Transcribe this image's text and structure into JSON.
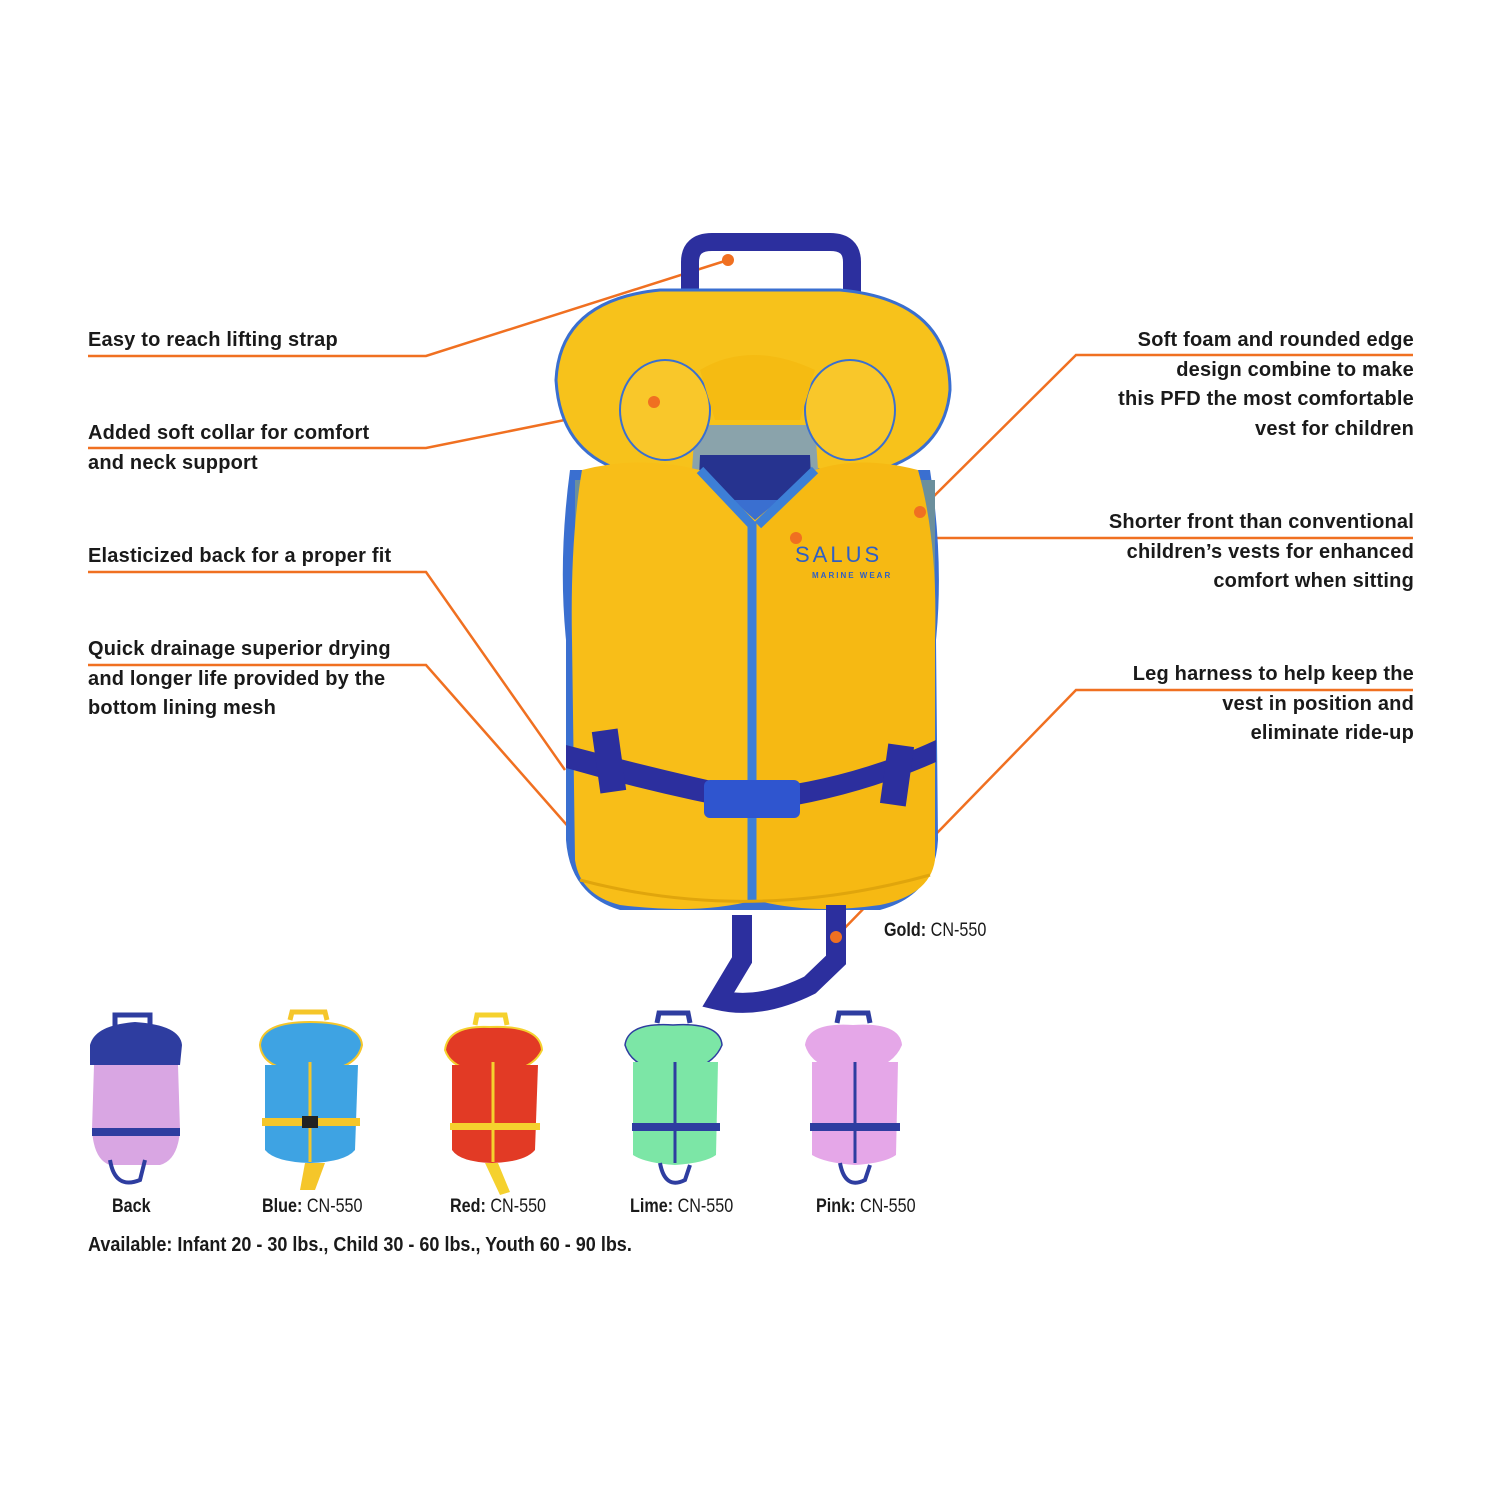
{
  "callouts_left": [
    {
      "id": "lifting-strap",
      "lines": [
        "Easy to reach lifting strap"
      ]
    },
    {
      "id": "soft-collar",
      "lines": [
        "Added soft collar for comfort",
        "and neck support"
      ]
    },
    {
      "id": "elasticized-back",
      "lines": [
        "Elasticized back for a proper fit"
      ]
    },
    {
      "id": "drainage-mesh",
      "lines": [
        "Quick drainage superior drying",
        "and longer life provided by the",
        "bottom lining mesh"
      ]
    }
  ],
  "callouts_right": [
    {
      "id": "soft-foam",
      "lines": [
        "Soft foam and rounded edge",
        "design combine to make",
        "this PFD the most comfortable",
        "vest for children"
      ]
    },
    {
      "id": "shorter-front",
      "lines": [
        "Shorter front than conventional",
        "children’s vests for enhanced",
        "comfort when sitting"
      ]
    },
    {
      "id": "leg-harness",
      "lines": [
        "Leg harness to help keep the",
        "vest in position and",
        "eliminate ride-up"
      ]
    }
  ],
  "main_product": {
    "color_name": "Gold:",
    "model": "CN-550",
    "brand": "SALUS",
    "brand_sub": "MARINE WEAR",
    "colors": {
      "body": "#f7bd16",
      "strap": "#2c2f9e",
      "zipper": "#3d7fd6",
      "plaid": "#6b8f9c"
    }
  },
  "variants": [
    {
      "name": "Back",
      "model": "",
      "body": "#d9a6e3",
      "collar": "#2e3da0",
      "strap": "#2e3da0"
    },
    {
      "name": "Blue:",
      "model": "CN-550",
      "body": "#3ea3e3",
      "collar": "#3ea3e3",
      "strap": "#f5c62a"
    },
    {
      "name": "Red:",
      "model": "CN-550",
      "body": "#e23a25",
      "collar": "#e23a25",
      "strap": "#f5d12e"
    },
    {
      "name": "Lime:",
      "model": "CN-550",
      "body": "#7ce6a6",
      "collar": "#7ce6a6",
      "strap": "#2e3da0"
    },
    {
      "name": "Pink:",
      "model": "CN-550",
      "body": "#e5a7e8",
      "collar": "#e5a7e8",
      "strap": "#2e3da0"
    }
  ],
  "availability": "Available: Infant 20 - 30 lbs., Child 30 - 60 lbs., Youth 60 - 90 lbs.",
  "accent_color": "#f07021"
}
